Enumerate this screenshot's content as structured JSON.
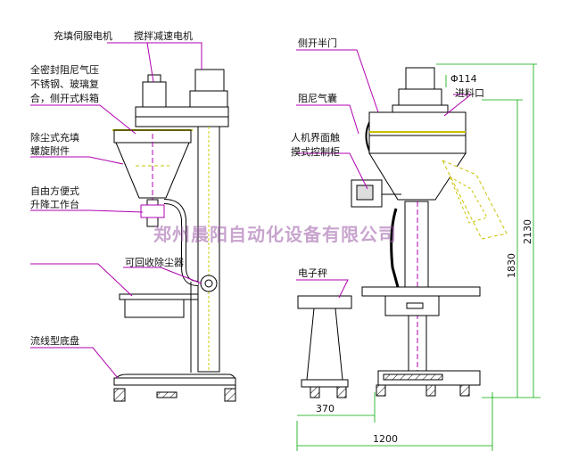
{
  "labels": {
    "servo_motor": "充填伺服电机",
    "stir_motor": "搅拌减速电机",
    "hopper_desc_1": "全密封阻尼气压",
    "hopper_desc_2": "不锈钢、玻璃复",
    "hopper_desc_3": "合，侧开式料箱",
    "dust_auger_1": "除尘式充填",
    "dust_auger_2": "螺旋附件",
    "platform_1": "自由方便式",
    "platform_2": "升降工作台",
    "dust_collector": "可回收除尘器",
    "base": "流线型底盘",
    "side_door": "侧开半门",
    "damper_bag": "阻尼气囊",
    "hmi_1": "人机界面触",
    "hmi_2": "摸式控制柜",
    "scale": "电子秤",
    "inlet": "进料口"
  },
  "dimensions": {
    "phi": "Φ114",
    "h_1830": "1830",
    "h_2130": "2130",
    "w_370": "370",
    "w_1200": "1200"
  },
  "watermark": "郑州晨阳自动化设备有限公司"
}
